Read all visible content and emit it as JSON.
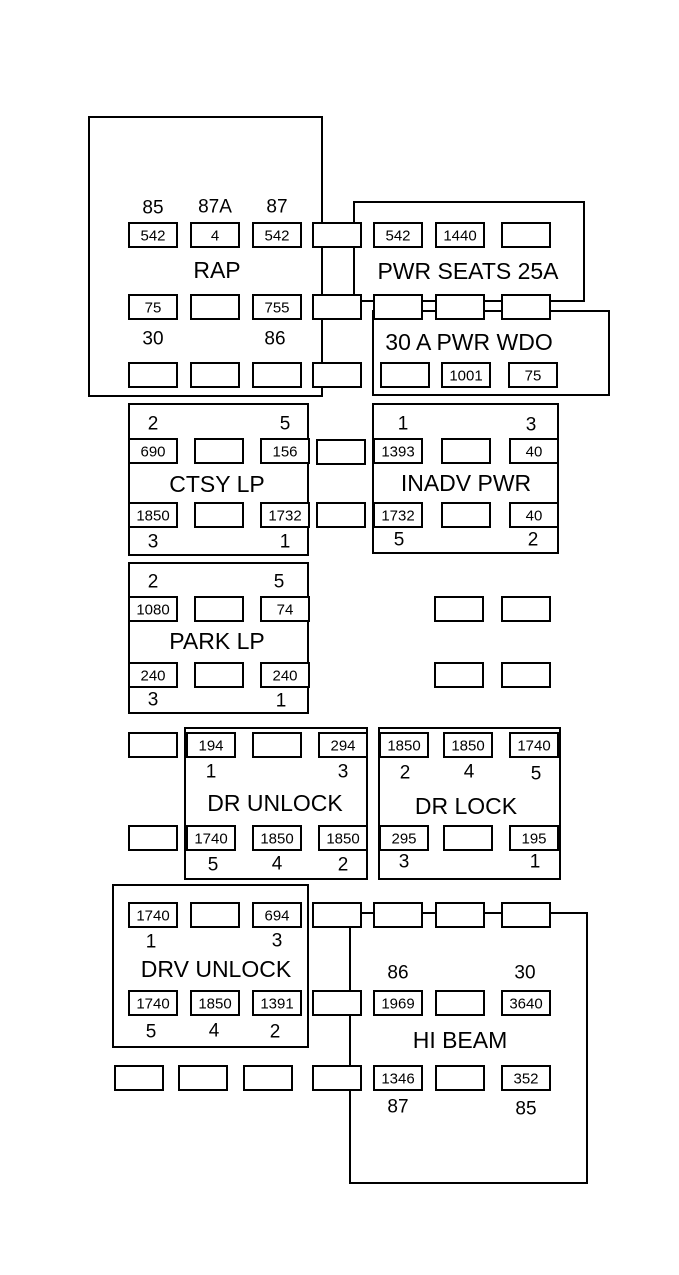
{
  "relays": [
    {
      "id": "rap",
      "title": "RAP",
      "cells": [
        "542",
        "4",
        "542",
        "75",
        "",
        "755"
      ],
      "pins": [
        "85",
        "87A",
        "87",
        "30",
        "86"
      ]
    },
    {
      "id": "pwr-seats",
      "title": "PWR SEATS 25A",
      "cells": [
        "542",
        "1440",
        ""
      ]
    },
    {
      "id": "pwr-wdo",
      "title": "30 A PWR WDO",
      "cells": [
        "",
        "1001",
        "75"
      ]
    },
    {
      "id": "ctsy-lp",
      "title": "CTSY LP",
      "cells": [
        "690",
        "",
        "156",
        "1850",
        "",
        "1732"
      ],
      "pins": [
        "2",
        "5",
        "3",
        "1"
      ]
    },
    {
      "id": "inadv-pwr",
      "title": "INADV PWR",
      "cells": [
        "1393",
        "",
        "40",
        "1732",
        "",
        "40"
      ],
      "pins": [
        "1",
        "3",
        "5",
        "2"
      ]
    },
    {
      "id": "park-lp",
      "title": "PARK LP",
      "cells": [
        "1080",
        "",
        "74",
        "240",
        "",
        "240"
      ],
      "pins": [
        "2",
        "5",
        "3",
        "1"
      ]
    },
    {
      "id": "dr-unlock",
      "title": "DR UNLOCK",
      "cells": [
        "194",
        "",
        "294",
        "1740",
        "1850",
        "1850"
      ],
      "pins": [
        "1",
        "3",
        "5",
        "4",
        "2"
      ]
    },
    {
      "id": "dr-lock",
      "title": "DR LOCK",
      "cells": [
        "1850",
        "1850",
        "1740",
        "295",
        "",
        "195"
      ],
      "pins": [
        "2",
        "4",
        "5",
        "3",
        "1"
      ]
    },
    {
      "id": "drv-unlock",
      "title": "DRV UNLOCK",
      "cells": [
        "1740",
        "",
        "694",
        "1740",
        "1850",
        "1391"
      ],
      "pins": [
        "1",
        "3",
        "5",
        "4",
        "2"
      ]
    },
    {
      "id": "hi-beam",
      "title": "HI BEAM",
      "cells": [
        "1969",
        "",
        "3640",
        "1346",
        "",
        "352"
      ],
      "pins": [
        "86",
        "30",
        "87",
        "85"
      ]
    }
  ]
}
